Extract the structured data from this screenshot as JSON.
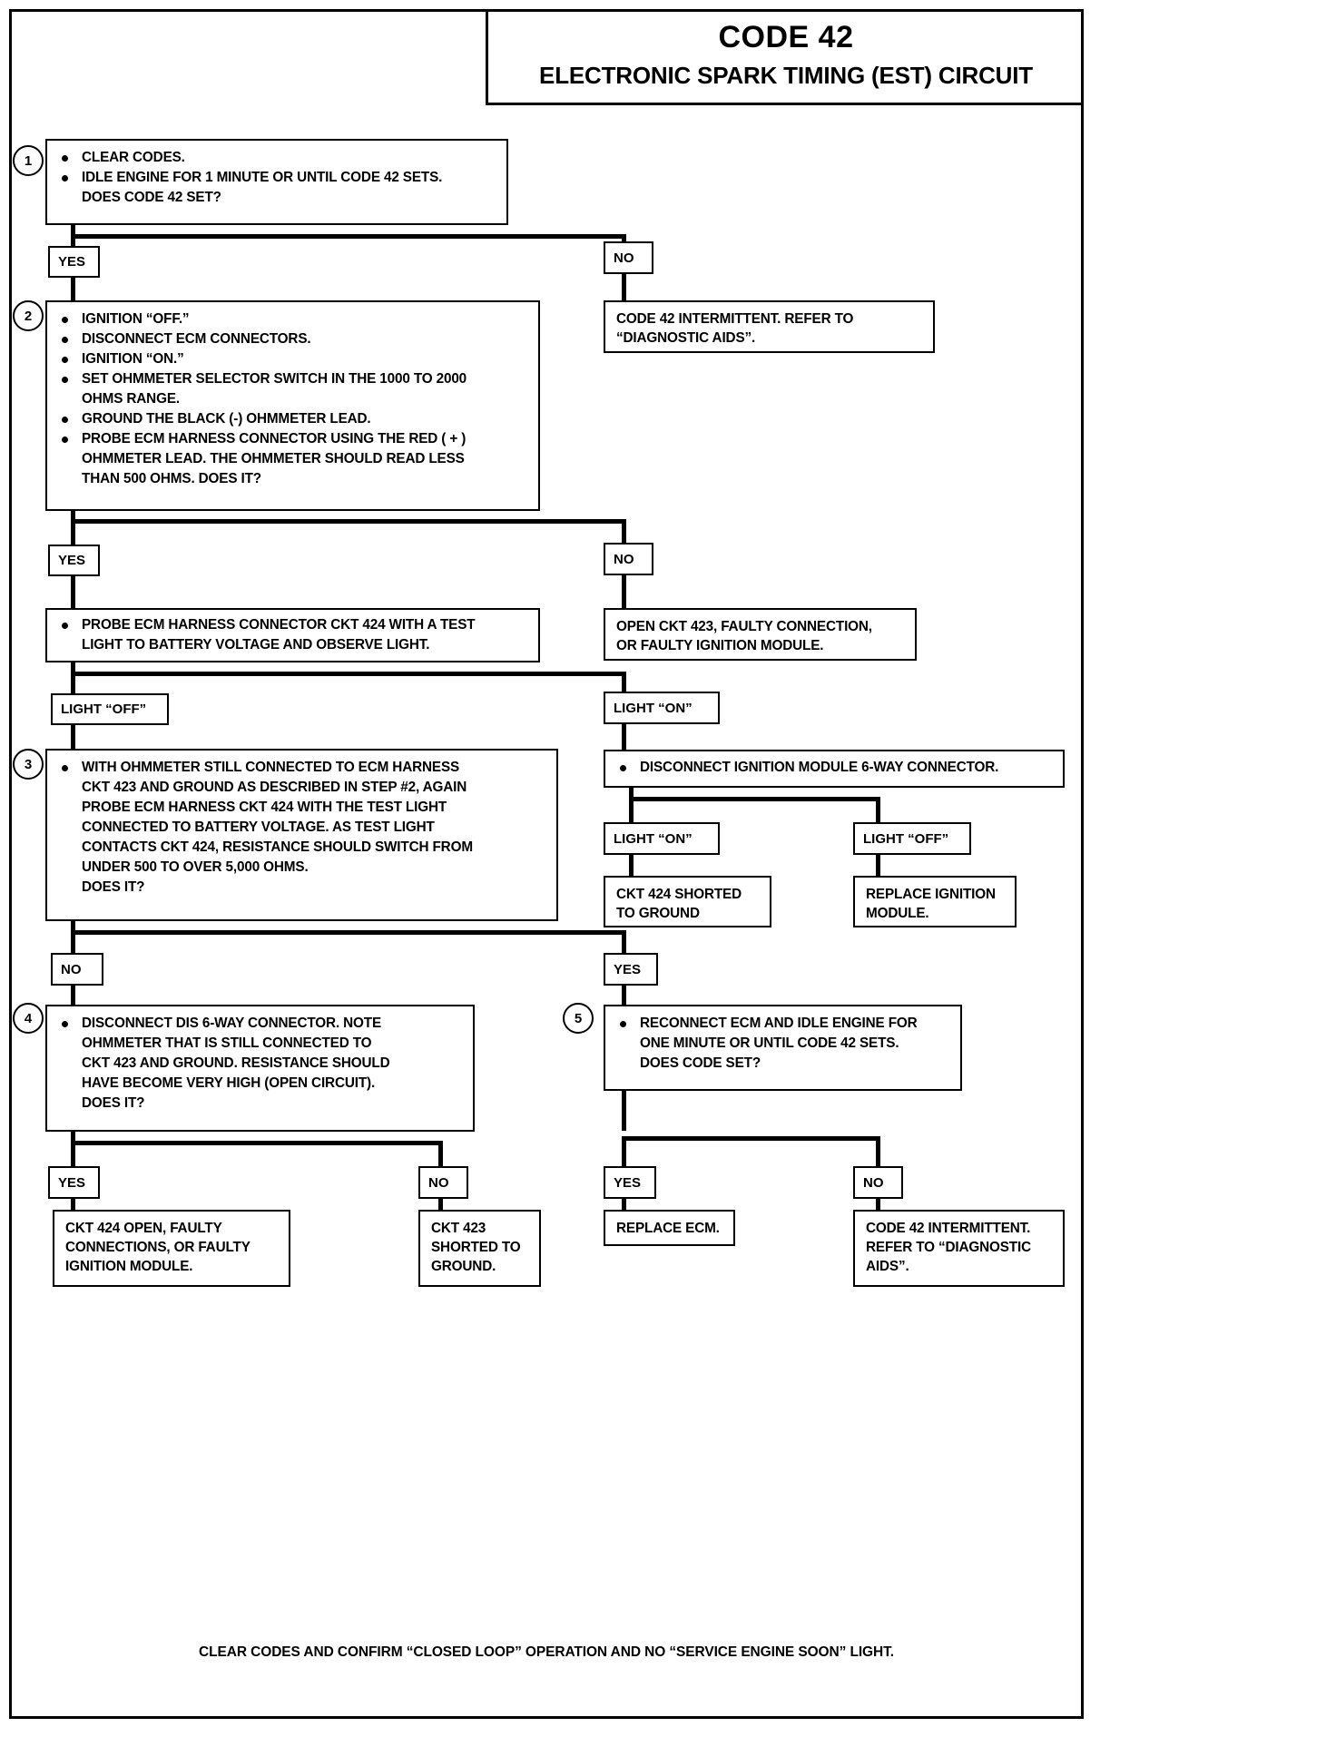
{
  "header": {
    "code": "CODE 42",
    "subtitle": "ELECTRONIC SPARK TIMING (EST) CIRCUIT"
  },
  "steps": {
    "n1": "1",
    "n2": "2",
    "n3": "3",
    "n4": "4",
    "n5": "5"
  },
  "labels": {
    "yes": "YES",
    "no": "NO",
    "light_off": "LIGHT “OFF”",
    "light_on": "LIGHT “ON”"
  },
  "box1": {
    "lines": [
      "CLEAR CODES.",
      "IDLE ENGINE FOR 1 MINUTE OR UNTIL CODE 42 SETS.",
      "DOES CODE 42 SET?"
    ]
  },
  "box1_no": {
    "lines": [
      "CODE 42 INTERMITTENT.  REFER TO",
      "“DIAGNOSTIC AIDS”."
    ]
  },
  "box2": {
    "lines": [
      "IGNITION “OFF.”",
      "DISCONNECT ECM CONNECTORS.",
      "IGNITION “ON.”",
      "SET OHMMETER SELECTOR SWITCH IN THE 1000 TO 2000",
      "OHMS RANGE.",
      "GROUND THE BLACK (-) OHMMETER LEAD.",
      "PROBE ECM HARNESS CONNECTOR USING THE RED ( + )",
      "OHMMETER LEAD.  THE OHMMETER SHOULD READ LESS",
      "THAN 500 OHMS.  DOES IT?"
    ]
  },
  "box2_no": {
    "lines": [
      "OPEN CKT 423, FAULTY CONNECTION,",
      "OR FAULTY IGNITION MODULE."
    ]
  },
  "box_probe": {
    "lines": [
      "PROBE ECM HARNESS CONNECTOR CKT 424 WITH A TEST",
      "LIGHT TO BATTERY VOLTAGE AND OBSERVE LIGHT."
    ]
  },
  "box_disconnect_module": {
    "lines": [
      "DISCONNECT IGNITION MODULE 6-WAY CONNECTOR."
    ]
  },
  "box_shorted": {
    "lines": [
      "CKT 424  SHORTED",
      "TO GROUND"
    ]
  },
  "box_replace_module": {
    "lines": [
      "REPLACE IGNITION",
      "MODULE."
    ]
  },
  "box3": {
    "lines": [
      "WITH OHMMETER STILL CONNECTED TO ECM HARNESS",
      "CKT 423 AND GROUND AS DESCRIBED IN STEP #2, AGAIN",
      "PROBE ECM HARNESS CKT 424 WITH THE TEST LIGHT",
      "CONNECTED TO BATTERY VOLTAGE.  AS TEST LIGHT",
      "CONTACTS CKT 424, RESISTANCE SHOULD SWITCH FROM",
      "UNDER 500 TO OVER 5,000 OHMS.",
      "DOES IT?"
    ]
  },
  "box4": {
    "lines": [
      "DISCONNECT DIS 6-WAY CONNECTOR.  NOTE",
      "OHMMETER THAT IS STILL CONNECTED TO",
      "CKT 423  AND GROUND.  RESISTANCE SHOULD",
      "HAVE BECOME VERY HIGH (OPEN CIRCUIT).",
      "DOES IT?"
    ]
  },
  "box5": {
    "lines": [
      "RECONNECT ECM AND IDLE ENGINE FOR",
      "ONE MINUTE OR UNTIL CODE 42 SETS.",
      "DOES CODE SET?"
    ]
  },
  "box4_yes": {
    "lines": [
      "CKT 424 OPEN, FAULTY",
      "CONNECTIONS, OR FAULTY",
      "IGNITION MODULE."
    ]
  },
  "box4_no": {
    "lines": [
      "CKT 423",
      "SHORTED TO",
      "GROUND."
    ]
  },
  "box5_yes": {
    "lines": [
      "REPLACE ECM."
    ]
  },
  "box5_no": {
    "lines": [
      "CODE 42 INTERMITTENT.",
      "REFER TO “DIAGNOSTIC",
      "AIDS”."
    ]
  },
  "footer": {
    "text": "CLEAR CODES AND CONFIRM “CLOSED LOOP” OPERATION AND NO “SERVICE ENGINE SOON” LIGHT."
  }
}
